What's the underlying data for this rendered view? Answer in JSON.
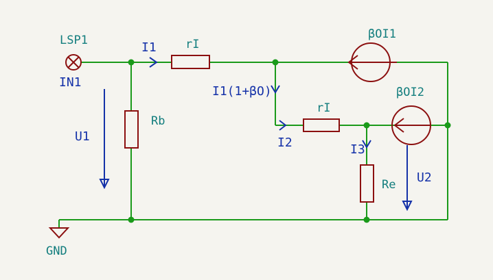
{
  "connector": {
    "reference": "LSP1",
    "net": "IN1"
  },
  "ground": {
    "label": "GND"
  },
  "resistors": {
    "rb": "Rb",
    "ri_top": "rI",
    "ri_mid": "rI",
    "re": "Re"
  },
  "sources": {
    "top": "βOI1",
    "mid": "βOI2"
  },
  "currents": {
    "i1": "I1",
    "i1_split": "I1(1+βO)",
    "i2": "I2",
    "i3": "I3"
  },
  "voltages": {
    "u1": "U1",
    "u2": "U2"
  },
  "colors": {
    "wire": "#1a9a1a",
    "component": "#8b0f0f",
    "junction": "#1a9a1a",
    "annotation": "#1431a8",
    "label": "#127d7d",
    "background": "#f5f4ef"
  }
}
